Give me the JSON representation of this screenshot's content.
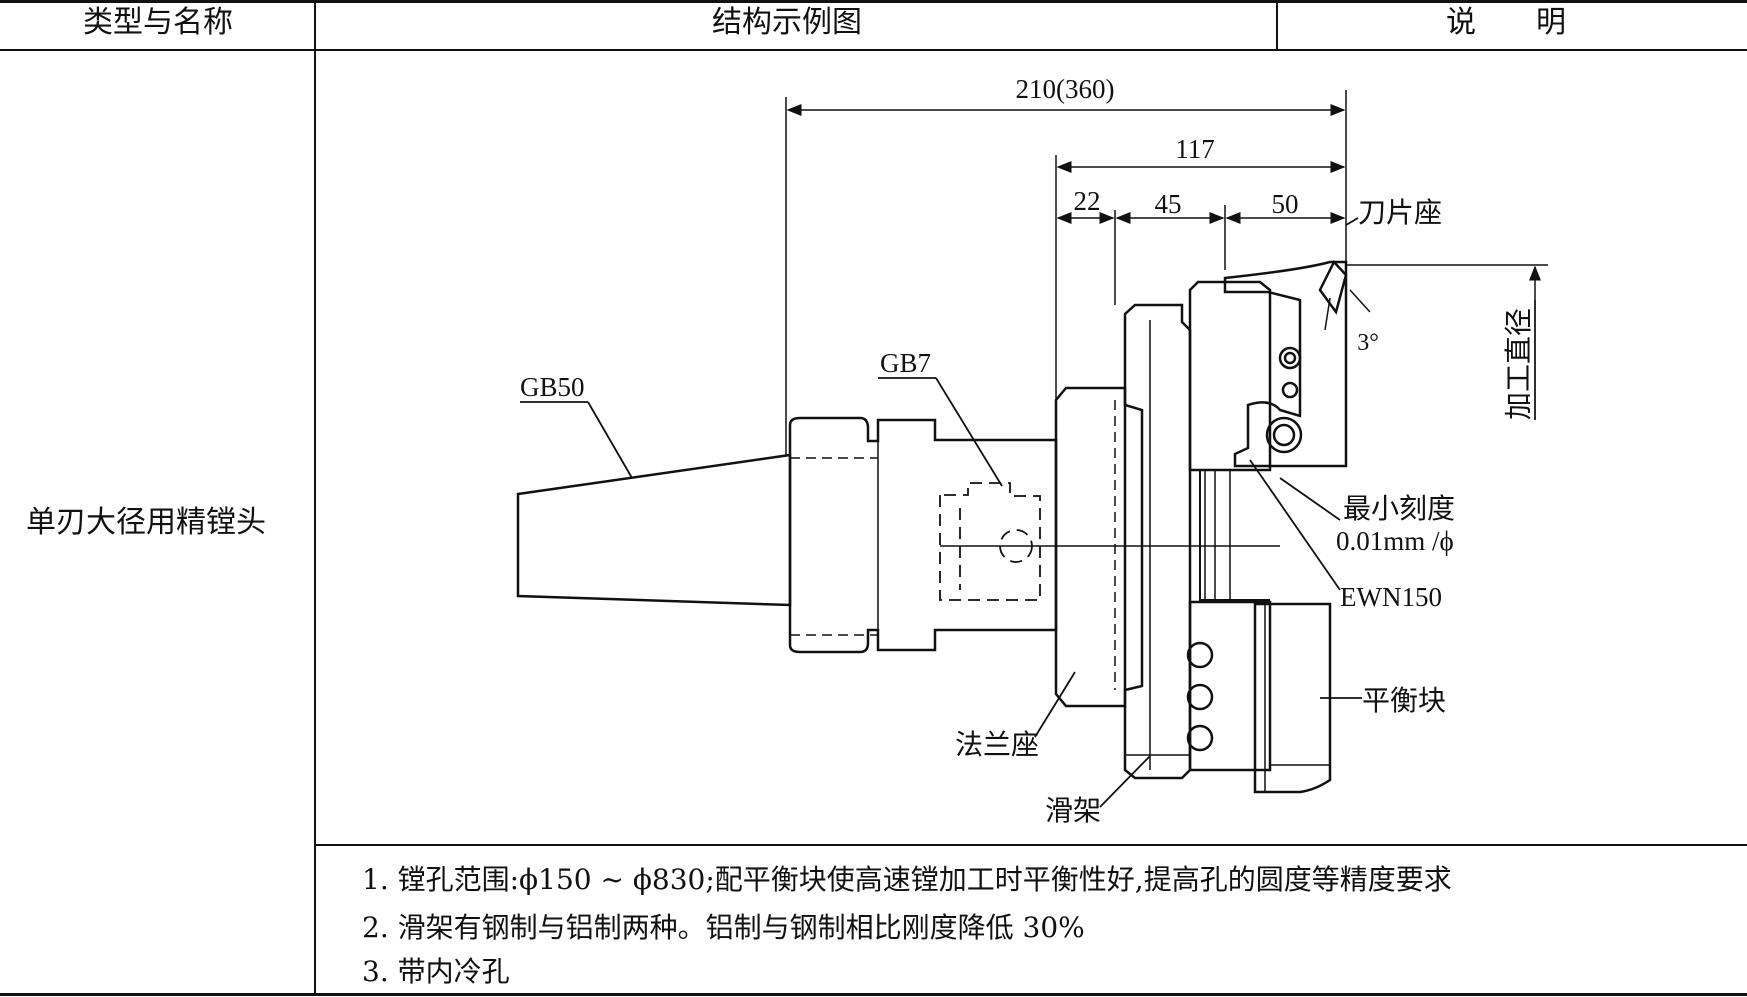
{
  "table": {
    "headers": {
      "type_name": "类型与名称",
      "structure": "结构示例图",
      "description": "说　　明"
    },
    "row": {
      "name": "单刃大径用精镗头",
      "diagram": {
        "dimensions": {
          "overall": "210(360)",
          "d117": "117",
          "d22": "22",
          "d45": "45",
          "d50": "50",
          "angle": "3°"
        },
        "labels": {
          "gb50": "GB50",
          "gb7": "GB7",
          "insert_seat": "刀片座",
          "machining_diameter": "加工直径",
          "min_scale": "最小刻度",
          "min_scale_value": "0.01mm /ϕ",
          "ewn": "EWN150",
          "balance_block": "平衡块",
          "flange_seat": "法兰座",
          "slide": "滑架"
        }
      },
      "notes": [
        "1.  镗孔范围:ϕ150 ~ ϕ830;配平衡块使高速镗加工时平衡性好,提高孔的圆度等精度要求",
        "2.  滑架有钢制与铝制两种。铝制与钢制相比刚度降低 30%",
        "3.  带内冷孔"
      ]
    }
  }
}
